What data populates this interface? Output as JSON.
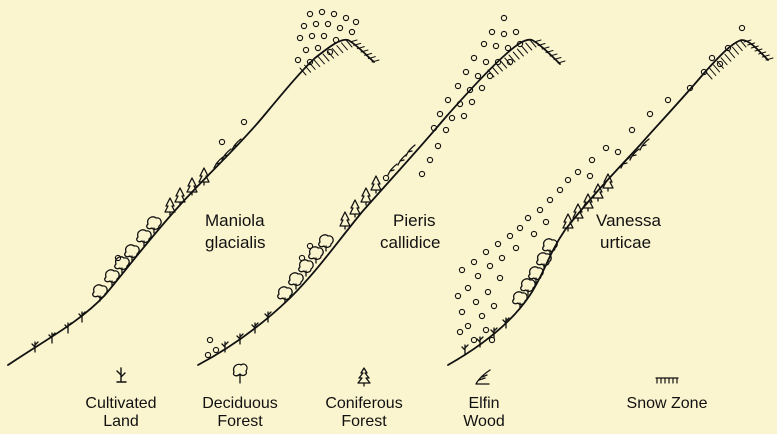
{
  "species": [
    {
      "line1": "Maniola",
      "line2": "glacialis"
    },
    {
      "line1": "Pieris",
      "line2": "callidice"
    },
    {
      "line1": "Vanessa",
      "line2": "urticae"
    }
  ],
  "legend": [
    {
      "icon": "cultivated-land-icon",
      "line1": "Cultivated",
      "line2": "Land"
    },
    {
      "icon": "deciduous-tree-icon",
      "line1": "Deciduous",
      "line2": "Forest"
    },
    {
      "icon": "conifer-tree-icon",
      "line1": "Coniferous",
      "line2": "Forest"
    },
    {
      "icon": "elfin-wood-icon",
      "line1": "Elfin",
      "line2": "Wood"
    },
    {
      "icon": "snow-zone-icon",
      "line1": "Snow Zone",
      "line2": ""
    }
  ],
  "colors": {
    "background": "#fbf5cf",
    "ink": "#111111"
  }
}
